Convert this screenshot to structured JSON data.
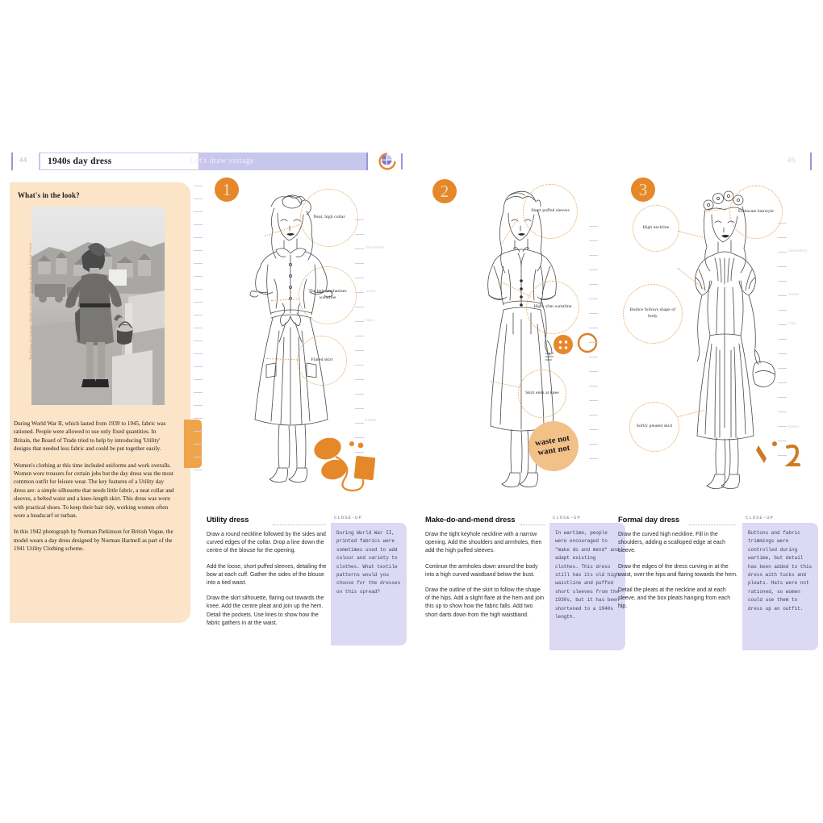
{
  "header": {
    "page_left": "44",
    "page_right": "45",
    "title": "1940s day dress",
    "series": "Let's draw vintage",
    "logo_icon": "globe-logo-icon"
  },
  "left_panel": {
    "title": "What's in the look?",
    "photo_credit": "'The Dress of Courage', Model in Suit by Norman Hartnell, British Vogue, 1942",
    "paragraphs": [
      "During World War II, which lasted from 1939 to 1945, fabric was rationed. People were allowed to use only fixed quantities. In Britain, the Board of Trade tried to help by introducing 'Utility' designs that needed less fabric and could be put together easily.",
      "Women's clothing at this time included uniforms and work overalls. Women wore trousers for certain jobs but the day dress was the most common outfit for leisure wear. The key features of a Utility day dress are: a simple silhouette that needs little fabric, a neat collar and sleeves, a belted waist and a knee-length skirt. This dress was worn with practical shoes. To keep their hair tidy, working women often wore a headscarf or turban.",
      "In this 1942 photograph by Norman Parkinson for British Vogue, the model wears a day dress designed by Norman Hartnell as part of the 1941 Utility Clothing scheme."
    ]
  },
  "ruler_labels": [
    "shoulders",
    "waist",
    "hips",
    "knees"
  ],
  "figures": [
    {
      "number": "1",
      "callouts": [
        {
          "text": "Neat, high collar"
        },
        {
          "text": "The belt emphasises waistline"
        },
        {
          "text": "Flared skirt"
        }
      ]
    },
    {
      "number": "2",
      "callouts": [
        {
          "text": "Short puffed sleeves"
        },
        {
          "text": "High, slim waistline"
        },
        {
          "text": "Skirt ends at knee"
        }
      ]
    },
    {
      "number": "3",
      "callouts": [
        {
          "text": "Elaborate hairstyle"
        },
        {
          "text": "High neckline"
        },
        {
          "text": "Bodice follows shape of body"
        },
        {
          "text": "Softly pleated skirt"
        }
      ]
    }
  ],
  "decorations": {
    "waste_badge": "waste not\nwant not",
    "waste_badge_line1": "waste not",
    "waste_badge_line2": "want not",
    "thread_spool_icon": "thread-and-needle-icon",
    "buttons_icon": "sewing-buttons-icon",
    "scissors_icon": "scissors-marks-icon"
  },
  "instructions": [
    {
      "title": "Utility dress",
      "steps": [
        "Draw a round neckline followed by the sides and curved edges of the collar. Drop a line down the centre of the blouse for the opening.",
        "Add the loose, short puffed sleeves, detailing the bow at each cuff. Gather the sides of the blouse into a tied waist.",
        "Draw the skirt silhouette, flaring out towards the knee. Add the centre pleat and join up the hem. Detail the pockets. Use lines to show how the fabric gathers in at the waist."
      ],
      "closeup_label": "CLOSE-UP",
      "closeup_text": "During World War II, printed fabrics were sometimes used to add colour and variety to clothes. What textile patterns would you choose for the dresses on this spread?"
    },
    {
      "title": "Make-do-and-mend dress",
      "steps": [
        "Draw the tight keyhole neckline with a narrow opening. Add the shoulders and armholes, then add the high puffed sleeves.",
        "Continue the armholes down around the body into a high curved waistband below the bust.",
        "Draw the outline of the skirt to follow the shape of the hips. Add a slight flare at the hem and join this up to show how the fabric falls. Add two short darts down from the high waistband."
      ],
      "closeup_label": "CLOSE-UP",
      "closeup_text": "In wartime, people were encouraged to \"make do and mend\" and adapt existing clothes. This dress still has its old high waistline and puffed short sleeves from the 1930s, but it has been shortened to a 1940s length."
    },
    {
      "title": "Formal day dress",
      "steps": [
        "Draw the curved high neckline. Fill in the shoulders, adding a scalloped edge at each sleeve.",
        "Draw the edges of the dress curving in at the waist, over the hips and flaring towards the hem.",
        "Detail the pleats at the neckline and at each sleeve, and the box pleats hanging from each hip."
      ],
      "closeup_label": "CLOSE-UP",
      "closeup_text": "Buttons and fabric trimmings were controlled during wartime, but detail has been added to this dress with tucks and pleats. Hats were not rationed, so women could use them to dress up an outfit."
    }
  ],
  "colors": {
    "orange": "#e5882a",
    "cream": "#fbe4c7",
    "lilac": "#c9c6ec",
    "lilac_dark": "#9a96d8",
    "closeup_bg": "#dcd9f5"
  }
}
